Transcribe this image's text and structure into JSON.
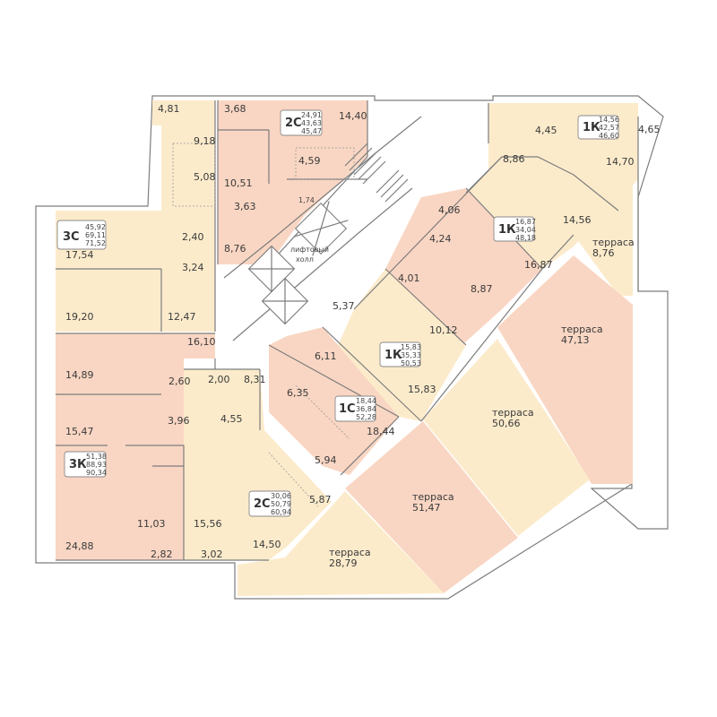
{
  "plan": {
    "lift_hall": [
      "лифтовый",
      "холл"
    ],
    "apartments": [
      {
        "type": "3С",
        "areas": [
          "45,92",
          "69,11",
          "71,52"
        ]
      },
      {
        "type": "2С",
        "areas": [
          "24,91",
          "43,63",
          "45,47"
        ]
      },
      {
        "type": "1К",
        "areas": [
          "14,56",
          "42,57",
          "46,60"
        ]
      },
      {
        "type": "1К",
        "areas": [
          "16,87",
          "34,04",
          "48,18"
        ]
      },
      {
        "type": "1К",
        "areas": [
          "15,83",
          "35,33",
          "50,53"
        ]
      },
      {
        "type": "1С",
        "areas": [
          "18,44",
          "36,84",
          "52,28"
        ]
      },
      {
        "type": "3К",
        "areas": [
          "51,38",
          "88,93",
          "90,34"
        ]
      },
      {
        "type": "2С",
        "areas": [
          "30,06",
          "50,79",
          "60,94"
        ]
      }
    ],
    "rooms": [
      "4,81",
      "3,68",
      "14,40",
      "9,18",
      "5,08",
      "10,51",
      "4,59",
      "3,63",
      "1,74",
      "2,40",
      "17,54",
      "8,76",
      "3,24",
      "19,20",
      "12,47",
      "5,37",
      "4,45",
      "4,65",
      "8,86",
      "14,70",
      "4,06",
      "4,24",
      "14,56",
      "16,87",
      "4,01",
      "8,87",
      "10,12",
      "16,10",
      "6,11",
      "14,89",
      "2,60",
      "2,00",
      "8,31",
      "6,35",
      "15,83",
      "3,96",
      "4,55",
      "15,47",
      "18,44",
      "5,94",
      "5,87",
      "11,03",
      "15,56",
      "14,50",
      "24,88",
      "2,82",
      "3,02"
    ],
    "terraces": [
      {
        "label": "терраса",
        "area": "8,76"
      },
      {
        "label": "терраса",
        "area": "47,13"
      },
      {
        "label": "терраса",
        "area": "50,66"
      },
      {
        "label": "терраса",
        "area": "51,47"
      },
      {
        "label": "терраса",
        "area": "28,79"
      }
    ]
  }
}
